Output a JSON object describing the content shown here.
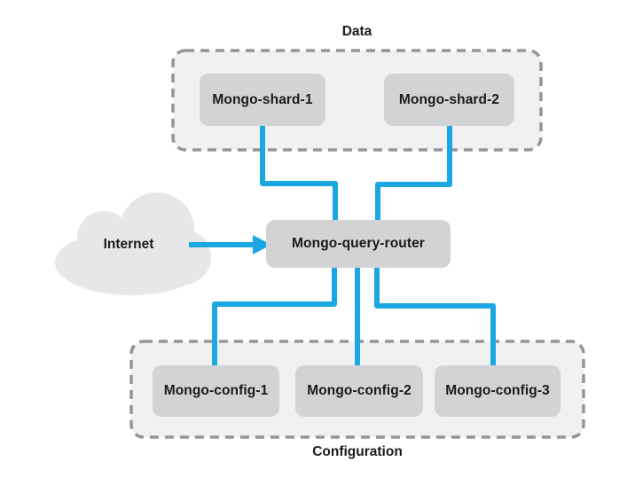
{
  "groups": {
    "data": {
      "label": "Data"
    },
    "configuration": {
      "label": "Configuration"
    }
  },
  "nodes": {
    "internet": {
      "label": "Internet"
    },
    "shard1": {
      "label": "Mongo-shard-1"
    },
    "shard2": {
      "label": "Mongo-shard-2"
    },
    "router": {
      "label": "Mongo-query-router"
    },
    "config1": {
      "label": "Mongo-config-1"
    },
    "config2": {
      "label": "Mongo-config-2"
    },
    "config3": {
      "label": "Mongo-config-3"
    }
  },
  "edges": [
    {
      "from": "Mongo-shard-1",
      "to": "Mongo-query-router"
    },
    {
      "from": "Mongo-shard-2",
      "to": "Mongo-query-router"
    },
    {
      "from": "Internet",
      "to": "Mongo-query-router",
      "style": "arrow"
    },
    {
      "from": "Mongo-query-router",
      "to": "Mongo-config-1"
    },
    {
      "from": "Mongo-query-router",
      "to": "Mongo-config-2"
    },
    {
      "from": "Mongo-query-router",
      "to": "Mongo-config-3"
    }
  ],
  "colors": {
    "connector": "#1ba8e2",
    "node_fill": "#d2d3d5",
    "group_fill": "#f1f1f2",
    "group_border": "#939598",
    "cloud_fill": "#e6e7e8",
    "label_text": "#1a1a1a"
  }
}
